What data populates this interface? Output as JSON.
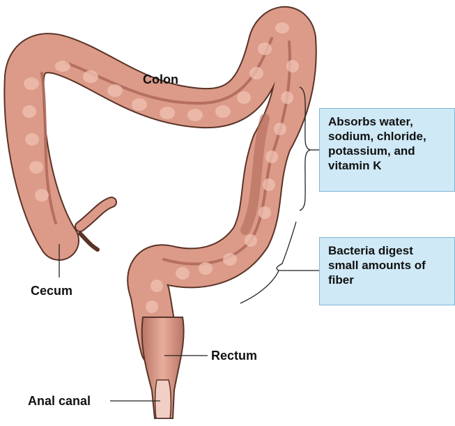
{
  "labels": {
    "colon": "Colon",
    "cecum": "Cecum",
    "rectum": "Rectum",
    "anal_canal": "Anal canal"
  },
  "callouts": {
    "absorbs": "Absorbs water,\nsodium, chloride,\npotassium, and\nvitamin K",
    "bacteria": "Bacteria digest\nsmall amounts of\nfiber"
  },
  "colors": {
    "tissue": "#dc9a88",
    "tissue_dark": "#b06a5c",
    "tissue_highlight": "#f0c2b3",
    "outline": "#5a3328",
    "callout_fill": "#cfe9f6",
    "callout_border": "#7fb6d4"
  }
}
